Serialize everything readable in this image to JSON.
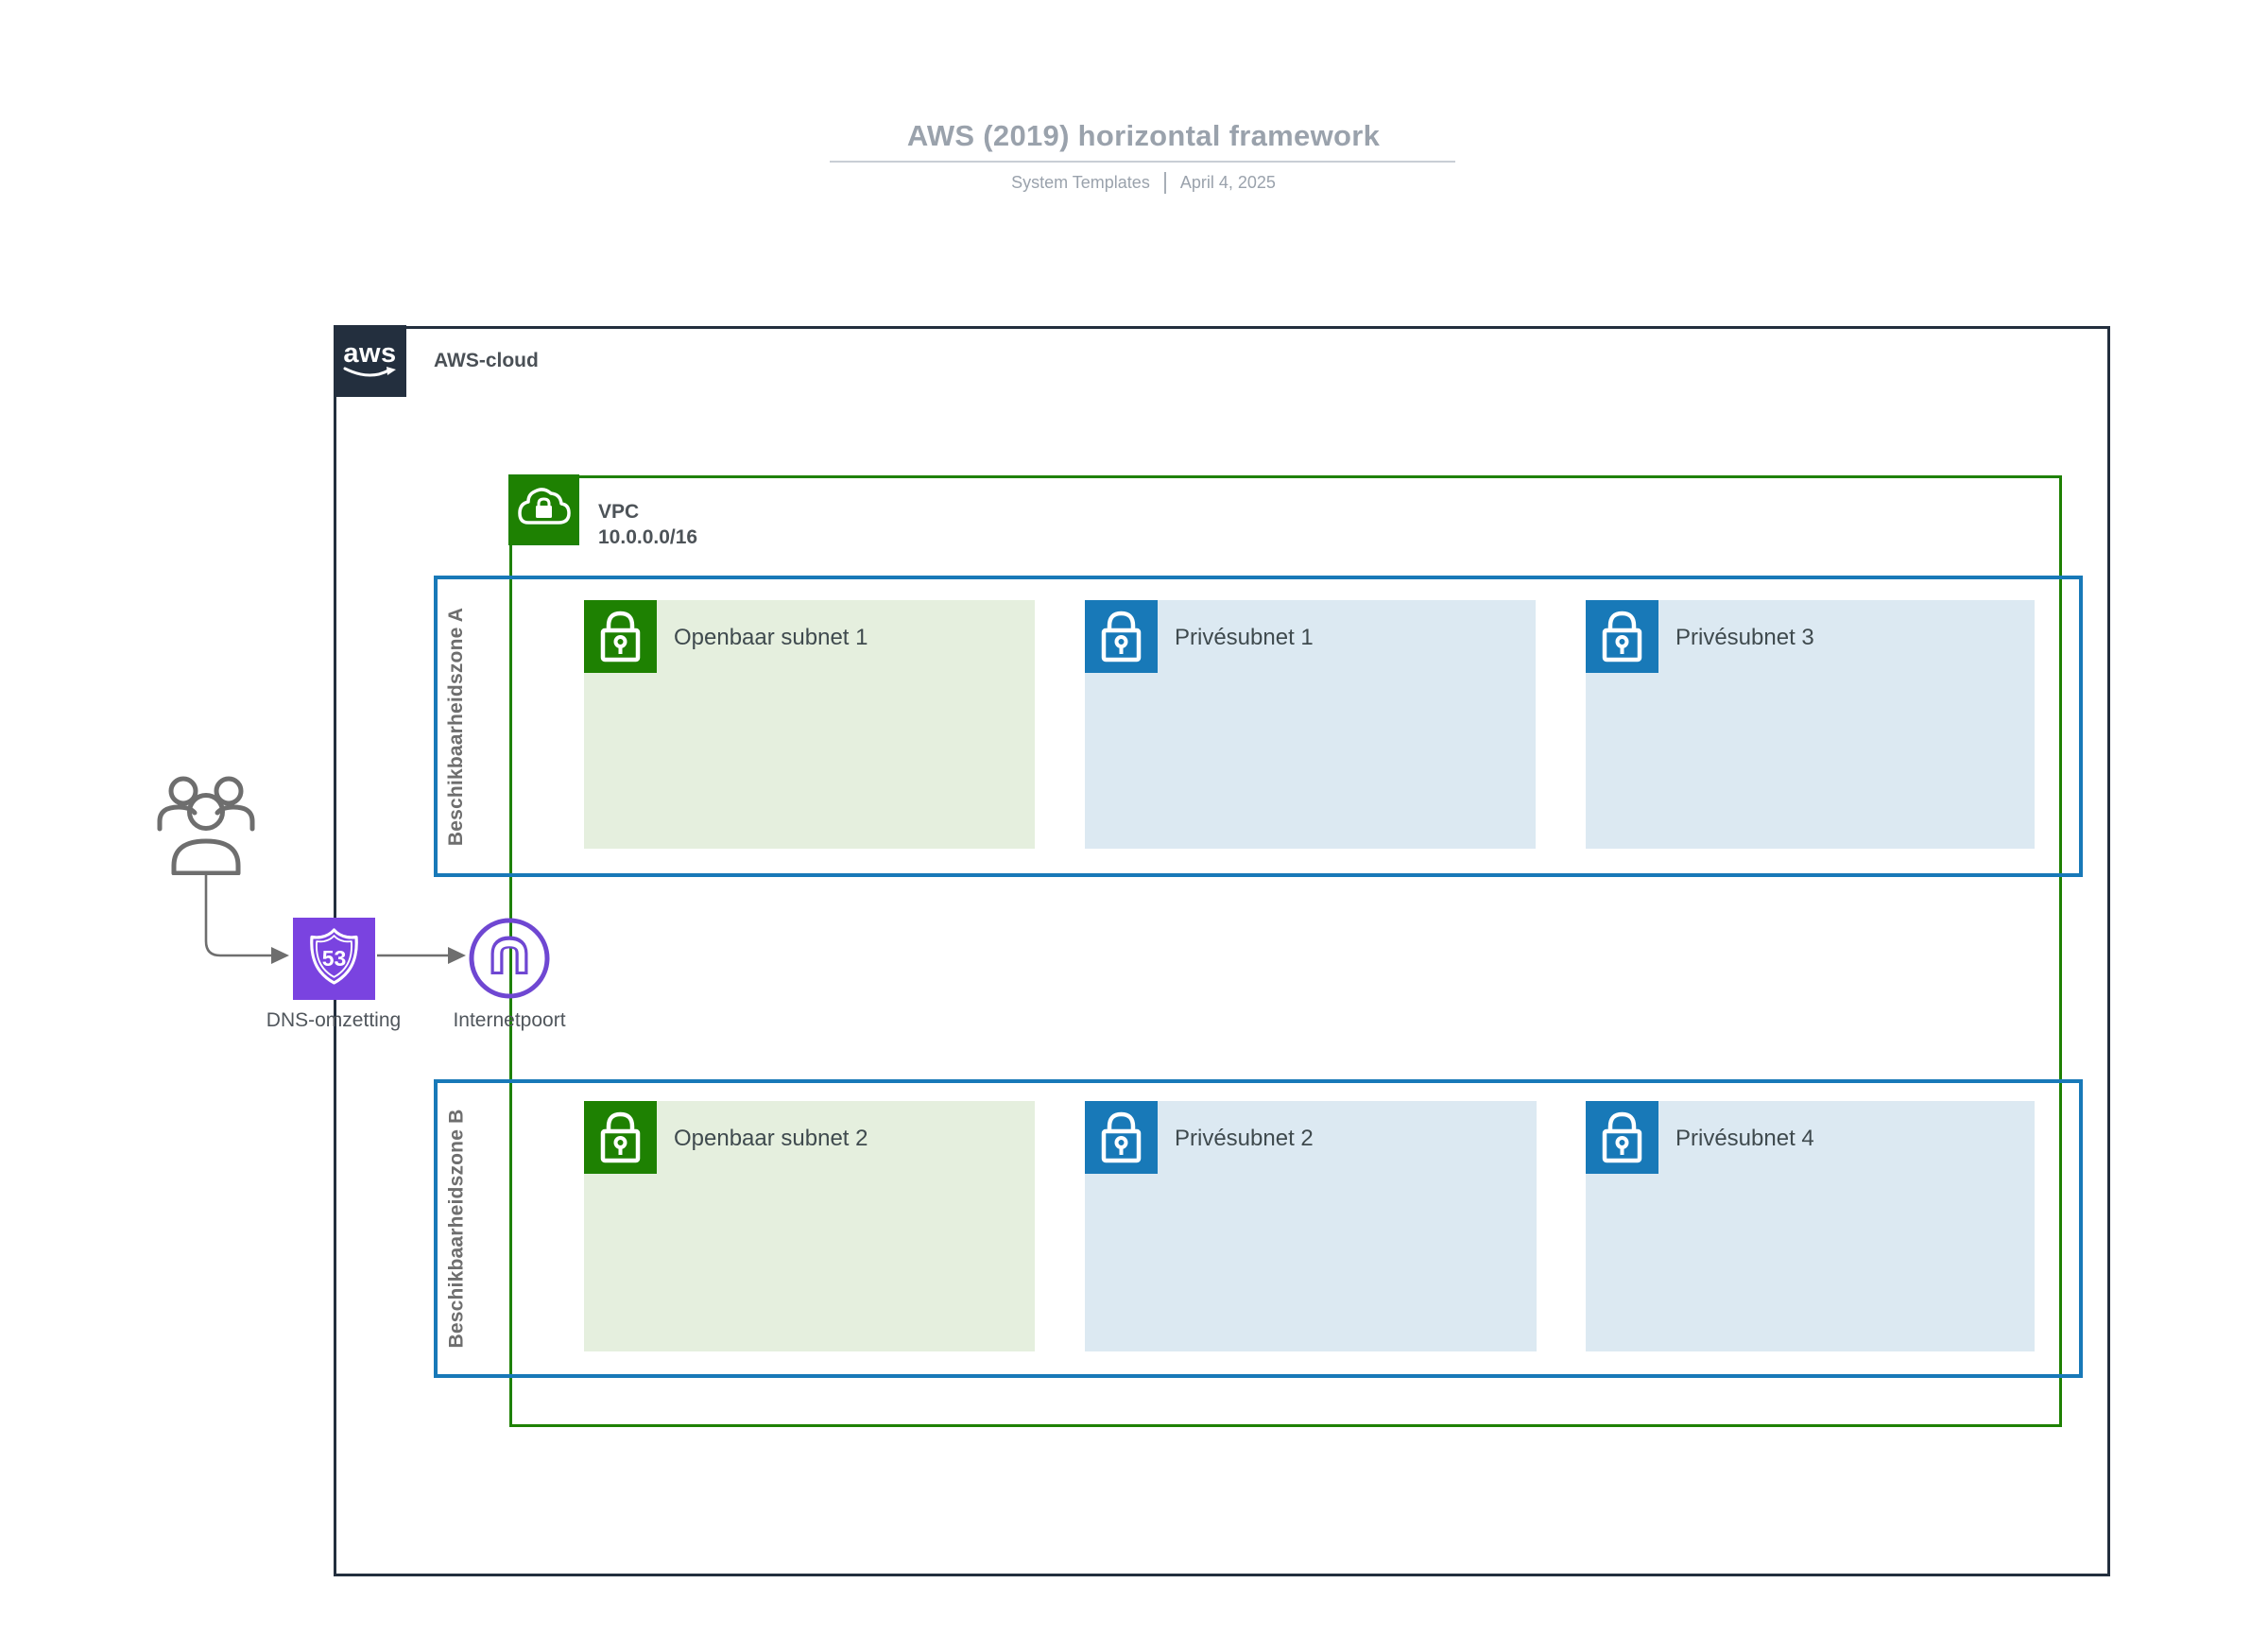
{
  "header": {
    "title": "AWS (2019) horizontal framework",
    "meta_left": "System Templates",
    "meta_right": "April 4, 2025"
  },
  "aws_cloud": {
    "logo_text": "aws",
    "label": "AWS-cloud"
  },
  "vpc": {
    "label": "VPC",
    "cidr": "10.0.0.0/16"
  },
  "zones": [
    {
      "label": "Beschikbaarheidszone A",
      "subnets": [
        {
          "type": "public",
          "label": "Openbaar subnet 1"
        },
        {
          "type": "private",
          "label": "Privésubnet 1"
        },
        {
          "type": "private",
          "label": "Privésubnet 3"
        }
      ]
    },
    {
      "label": "Beschikbaarheidszone B",
      "subnets": [
        {
          "type": "public",
          "label": "Openbaar subnet 2"
        },
        {
          "type": "private",
          "label": "Privésubnet 2"
        },
        {
          "type": "private",
          "label": "Privésubnet 4"
        }
      ]
    }
  ],
  "flow": {
    "dns_label": "DNS-omzetting",
    "gateway_label": "Internetpoort",
    "route53_badge": "53"
  },
  "colors": {
    "aws-dark": "#232F3E",
    "vpc-green": "#1E8102",
    "subnet-green-fill": "#E5EFDE",
    "zone-blue": "#1879B8",
    "subnet-blue-fill": "#DCE9F2",
    "service-purple": "#7A43E0",
    "connector-gray": "#6E6E6E",
    "title-gray": "#9AA2AC",
    "label-dark": "#3F4A4E"
  }
}
